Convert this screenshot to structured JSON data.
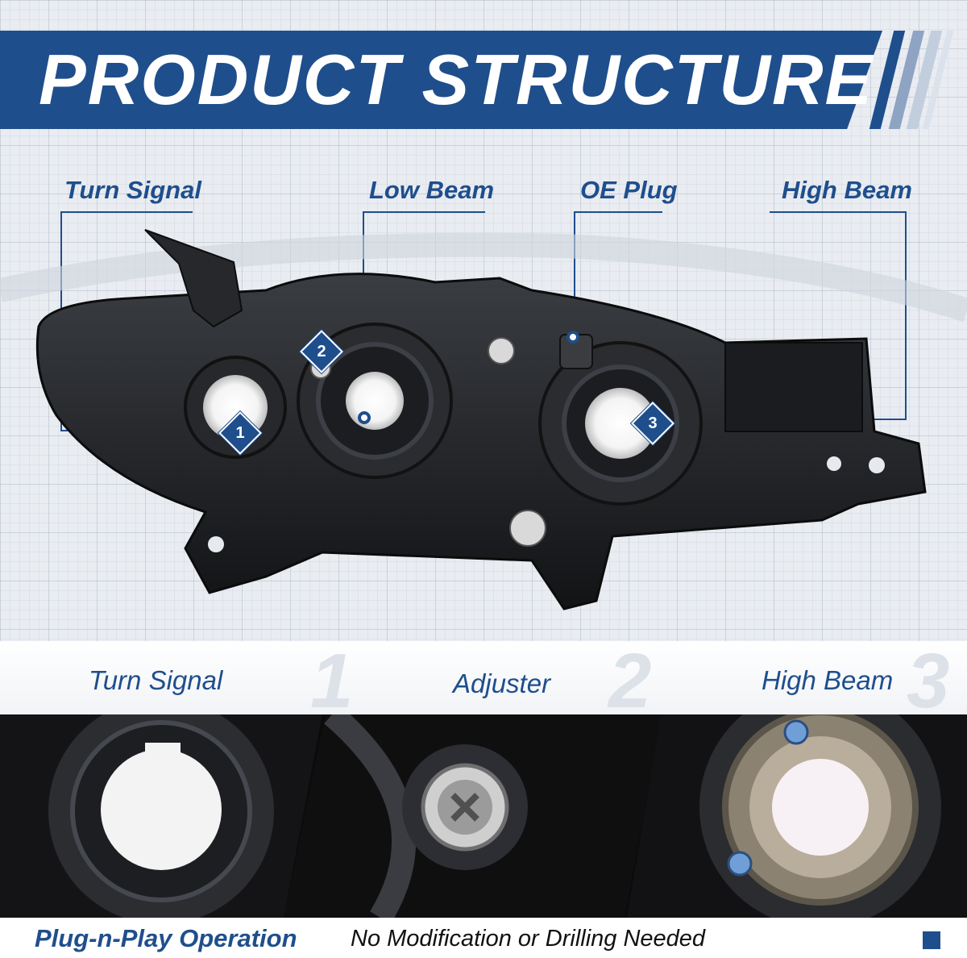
{
  "header": {
    "title": "PRODUCT STRUCTURE"
  },
  "callouts": [
    {
      "label": "Turn Signal"
    },
    {
      "label": "Low Beam"
    },
    {
      "label": "OE Plug"
    },
    {
      "label": "High Beam"
    }
  ],
  "badges": [
    "1",
    "2",
    "3"
  ],
  "details": [
    {
      "label": "Turn Signal",
      "number": "1"
    },
    {
      "label": "Adjuster",
      "number": "2"
    },
    {
      "label": "High Beam",
      "number": "3"
    }
  ],
  "footer": {
    "headline": "Plug-n-Play Operation",
    "text": "No Modification or Drilling Needed"
  },
  "colors": {
    "brand": "#1f4e8c",
    "accent_light": "#dde2e9",
    "dark": "#0b0b0b"
  }
}
